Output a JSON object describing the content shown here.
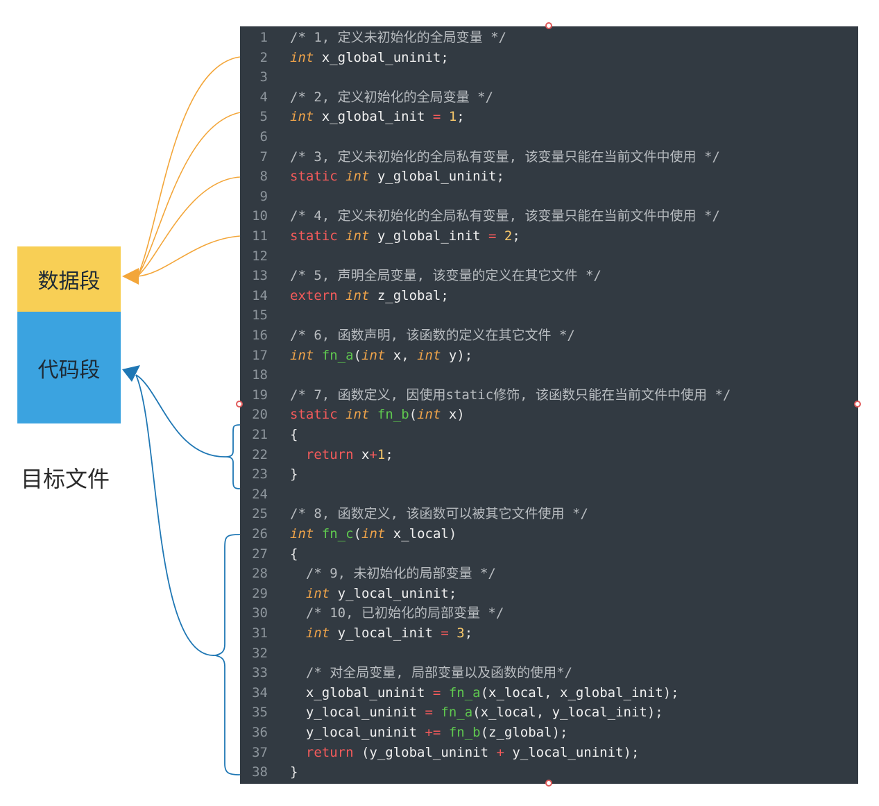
{
  "labels": {
    "data_segment": "数据段",
    "code_segment": "代码段",
    "object_file": "目标文件"
  },
  "colors": {
    "data_segment_bg": "#f8cf55",
    "code_segment_bg": "#3ba3e0",
    "editor_bg": "#323a42",
    "data_arrow": "#f3a63a",
    "code_arrow": "#1f77b4"
  },
  "code_lines": [
    [
      {
        "t": "com",
        "v": "/* 1, 定义未初始化的全局变量 */"
      }
    ],
    [
      {
        "t": "type",
        "v": "int"
      },
      {
        "t": "id",
        "v": " x_global_uninit"
      },
      {
        "t": "p",
        "v": ";"
      }
    ],
    [],
    [
      {
        "t": "com",
        "v": "/* 2, 定义初始化的全局变量 */"
      }
    ],
    [
      {
        "t": "type",
        "v": "int"
      },
      {
        "t": "id",
        "v": " x_global_init "
      },
      {
        "t": "op",
        "v": "="
      },
      {
        "t": "p",
        "v": " "
      },
      {
        "t": "num",
        "v": "1"
      },
      {
        "t": "p",
        "v": ";"
      }
    ],
    [],
    [
      {
        "t": "com",
        "v": "/* 3, 定义未初始化的全局私有变量, 该变量只能在当前文件中使用 */"
      }
    ],
    [
      {
        "t": "kw",
        "v": "static"
      },
      {
        "t": "p",
        "v": " "
      },
      {
        "t": "type",
        "v": "int"
      },
      {
        "t": "id",
        "v": " y_global_uninit"
      },
      {
        "t": "p",
        "v": ";"
      }
    ],
    [],
    [
      {
        "t": "com",
        "v": "/* 4, 定义未初始化的全局私有变量, 该变量只能在当前文件中使用 */"
      }
    ],
    [
      {
        "t": "kw",
        "v": "static"
      },
      {
        "t": "p",
        "v": " "
      },
      {
        "t": "type",
        "v": "int"
      },
      {
        "t": "id",
        "v": " y_global_init "
      },
      {
        "t": "op",
        "v": "="
      },
      {
        "t": "p",
        "v": " "
      },
      {
        "t": "num",
        "v": "2"
      },
      {
        "t": "p",
        "v": ";"
      }
    ],
    [],
    [
      {
        "t": "com",
        "v": "/* 5, 声明全局变量, 该变量的定义在其它文件 */"
      }
    ],
    [
      {
        "t": "kw",
        "v": "extern"
      },
      {
        "t": "p",
        "v": " "
      },
      {
        "t": "type",
        "v": "int"
      },
      {
        "t": "id",
        "v": " z_global"
      },
      {
        "t": "p",
        "v": ";"
      }
    ],
    [],
    [
      {
        "t": "com",
        "v": "/* 6, 函数声明, 该函数的定义在其它文件 */"
      }
    ],
    [
      {
        "t": "type",
        "v": "int"
      },
      {
        "t": "p",
        "v": " "
      },
      {
        "t": "fn",
        "v": "fn_a"
      },
      {
        "t": "p",
        "v": "("
      },
      {
        "t": "type",
        "v": "int"
      },
      {
        "t": "id",
        "v": " x"
      },
      {
        "t": "p",
        "v": ", "
      },
      {
        "t": "type",
        "v": "int"
      },
      {
        "t": "id",
        "v": " y"
      },
      {
        "t": "p",
        "v": ");"
      }
    ],
    [],
    [
      {
        "t": "com",
        "v": "/* 7, 函数定义, 因使用static修饰, 该函数只能在当前文件中使用 */"
      }
    ],
    [
      {
        "t": "kw",
        "v": "static"
      },
      {
        "t": "p",
        "v": " "
      },
      {
        "t": "type",
        "v": "int"
      },
      {
        "t": "p",
        "v": " "
      },
      {
        "t": "fn",
        "v": "fn_b"
      },
      {
        "t": "p",
        "v": "("
      },
      {
        "t": "type",
        "v": "int"
      },
      {
        "t": "id",
        "v": " x"
      },
      {
        "t": "p",
        "v": ")"
      }
    ],
    [
      {
        "t": "p",
        "v": "{"
      }
    ],
    [
      {
        "t": "p",
        "v": "  "
      },
      {
        "t": "kw",
        "v": "return"
      },
      {
        "t": "id",
        "v": " x"
      },
      {
        "t": "op",
        "v": "+"
      },
      {
        "t": "num",
        "v": "1"
      },
      {
        "t": "p",
        "v": ";"
      }
    ],
    [
      {
        "t": "p",
        "v": "}"
      }
    ],
    [],
    [
      {
        "t": "com",
        "v": "/* 8, 函数定义, 该函数可以被其它文件使用 */"
      }
    ],
    [
      {
        "t": "type",
        "v": "int"
      },
      {
        "t": "p",
        "v": " "
      },
      {
        "t": "fn",
        "v": "fn_c"
      },
      {
        "t": "p",
        "v": "("
      },
      {
        "t": "type",
        "v": "int"
      },
      {
        "t": "id",
        "v": " x_local"
      },
      {
        "t": "p",
        "v": ")"
      }
    ],
    [
      {
        "t": "p",
        "v": "{"
      }
    ],
    [
      {
        "t": "p",
        "v": "  "
      },
      {
        "t": "com",
        "v": "/* 9, 未初始化的局部变量 */"
      }
    ],
    [
      {
        "t": "p",
        "v": "  "
      },
      {
        "t": "type",
        "v": "int"
      },
      {
        "t": "id",
        "v": " y_local_uninit"
      },
      {
        "t": "p",
        "v": ";"
      }
    ],
    [
      {
        "t": "p",
        "v": "  "
      },
      {
        "t": "com",
        "v": "/* 10, 已初始化的局部变量 */"
      }
    ],
    [
      {
        "t": "p",
        "v": "  "
      },
      {
        "t": "type",
        "v": "int"
      },
      {
        "t": "id",
        "v": " y_local_init "
      },
      {
        "t": "op",
        "v": "="
      },
      {
        "t": "p",
        "v": " "
      },
      {
        "t": "num",
        "v": "3"
      },
      {
        "t": "p",
        "v": ";"
      }
    ],
    [],
    [
      {
        "t": "p",
        "v": "  "
      },
      {
        "t": "com",
        "v": "/* 对全局变量, 局部变量以及函数的使用*/"
      }
    ],
    [
      {
        "t": "p",
        "v": "  "
      },
      {
        "t": "id",
        "v": "x_global_uninit "
      },
      {
        "t": "op",
        "v": "="
      },
      {
        "t": "p",
        "v": " "
      },
      {
        "t": "fn",
        "v": "fn_a"
      },
      {
        "t": "p",
        "v": "("
      },
      {
        "t": "id",
        "v": "x_local"
      },
      {
        "t": "p",
        "v": ", "
      },
      {
        "t": "id",
        "v": "x_global_init"
      },
      {
        "t": "p",
        "v": ");"
      }
    ],
    [
      {
        "t": "p",
        "v": "  "
      },
      {
        "t": "id",
        "v": "y_local_uninit "
      },
      {
        "t": "op",
        "v": "="
      },
      {
        "t": "p",
        "v": " "
      },
      {
        "t": "fn",
        "v": "fn_a"
      },
      {
        "t": "p",
        "v": "("
      },
      {
        "t": "id",
        "v": "x_local"
      },
      {
        "t": "p",
        "v": ", "
      },
      {
        "t": "id",
        "v": "y_local_init"
      },
      {
        "t": "p",
        "v": ");"
      }
    ],
    [
      {
        "t": "p",
        "v": "  "
      },
      {
        "t": "id",
        "v": "y_local_uninit "
      },
      {
        "t": "op",
        "v": "+="
      },
      {
        "t": "p",
        "v": " "
      },
      {
        "t": "fn",
        "v": "fn_b"
      },
      {
        "t": "p",
        "v": "("
      },
      {
        "t": "id",
        "v": "z_global"
      },
      {
        "t": "p",
        "v": ");"
      }
    ],
    [
      {
        "t": "p",
        "v": "  "
      },
      {
        "t": "kw",
        "v": "return"
      },
      {
        "t": "p",
        "v": " ("
      },
      {
        "t": "id",
        "v": "y_global_uninit "
      },
      {
        "t": "op",
        "v": "+"
      },
      {
        "t": "id",
        "v": " y_local_uninit"
      },
      {
        "t": "p",
        "v": ");"
      }
    ],
    [
      {
        "t": "p",
        "v": "}"
      }
    ]
  ]
}
